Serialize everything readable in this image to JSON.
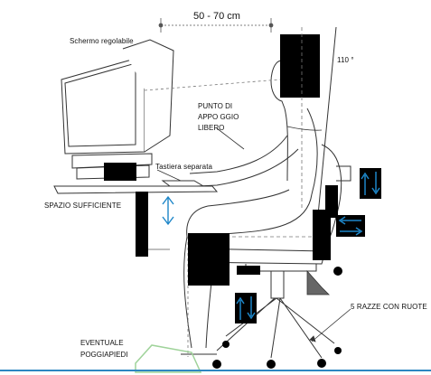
{
  "labels": {
    "distance": "50 - 70 cm",
    "screen": "Schermo regolabile",
    "angle": "110 °",
    "support_line1": "PUNTO  DI",
    "support_line2": "APPO GGIO",
    "support_line3": "LIBERO",
    "keyboard": "Tastiera separata",
    "space": "SPAZIO SUFFICIENTE",
    "chair_base": "5 RAZZE CON RUOTE",
    "footrest_line1": "EVENTUALE",
    "footrest_line2": "POGGIAPIEDI"
  },
  "colors": {
    "line": "#333333",
    "black": "#000000",
    "arrow": "#1d86c8",
    "floor": "#2e86c1",
    "footrest": "#9fd39a",
    "dashed": "#777777"
  },
  "icons": [
    "double-arrow-vertical-icon",
    "arrow-up-down-icon",
    "arrow-left-right-icon",
    "chair-wheel-icon"
  ]
}
